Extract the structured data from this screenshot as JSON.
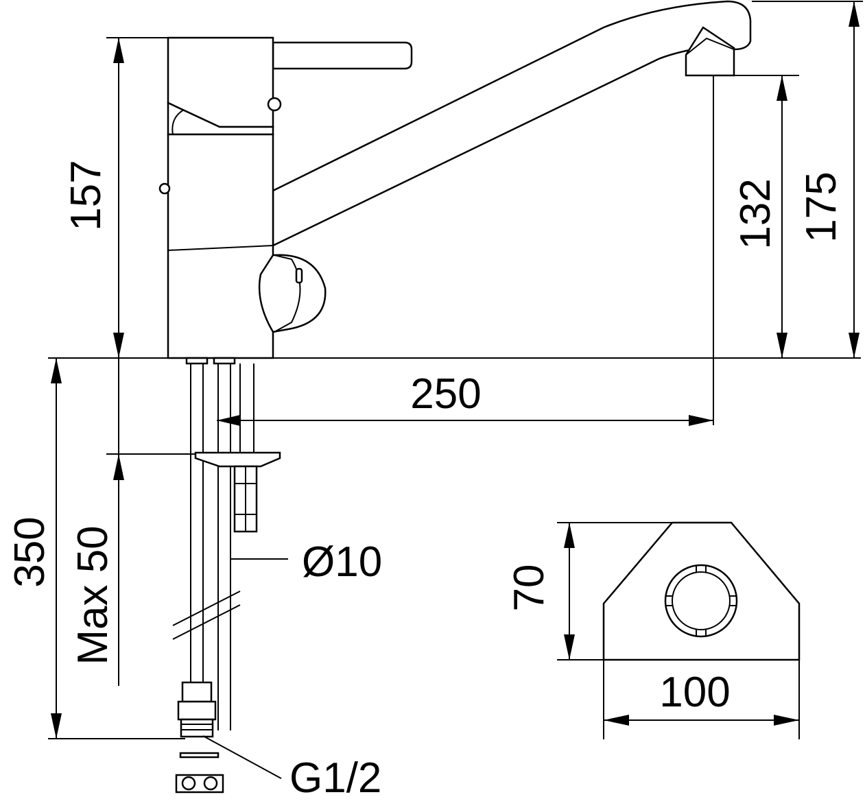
{
  "dimensions": {
    "height_to_lever": "157",
    "spout_outlet_height": "132",
    "total_height": "175",
    "spout_reach": "250",
    "hose_length": "350",
    "max_deck_thickness": "Max 50",
    "base_depth": "70",
    "base_width": "100"
  },
  "labels": {
    "hose_diameter": "Ø10",
    "connection_thread": "G1/2"
  }
}
